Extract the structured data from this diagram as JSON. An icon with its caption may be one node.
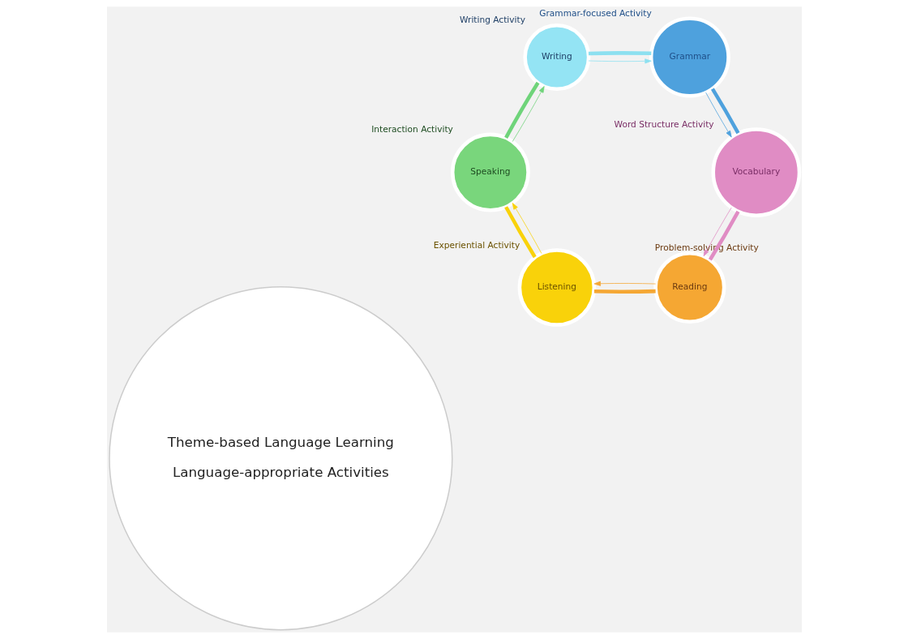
{
  "diagram": {
    "nodes": [
      {
        "text": [
          "Theme-based Language Learning",
          "Language-appropriate Activities"
        ]
      },
      {
        "text": [
          "Reading"
        ],
        "beside": [
          "Problem-solving Activity"
        ]
      },
      {
        "text": [
          "Listening"
        ],
        "beside": [
          "Experiential Activity"
        ]
      },
      {
        "text": [
          "Speaking"
        ],
        "beside": [
          "Interaction Activity"
        ]
      },
      {
        "text": [
          "Writing"
        ],
        "beside": [
          "Writing Activity"
        ]
      },
      {
        "text": [
          "Grammar"
        ],
        "beside": [
          "Grammar-focused Activity"
        ]
      },
      {
        "text": [
          "Vocabulary"
        ],
        "beside": [
          "Word Structure Activity"
        ]
      }
    ],
    "edges": [
      {
        "from": 1,
        "to": 2,
        "arrow": "none",
        "style": "thick",
        "color": "#f5a733"
      },
      {
        "from": 2,
        "to": 3,
        "arrow": "none",
        "style": "thick",
        "color": "#f9d20a"
      },
      {
        "from": 3,
        "to": 4,
        "arrow": "none",
        "style": "thick",
        "color": "#6fd47a"
      },
      {
        "from": 4,
        "to": 5,
        "arrow": "none",
        "style": "thick",
        "color": "#8de0f0"
      },
      {
        "from": 5,
        "to": 6,
        "arrow": "none",
        "style": "thick",
        "color": "#4ea1dd"
      },
      {
        "from": 6,
        "to": 1,
        "arrow": "none",
        "style": "thick",
        "color": "#e08cc4"
      },
      {
        "from": 6,
        "to": 1,
        "arrow": "to",
        "color": "#e08cc4"
      },
      {
        "from": 1,
        "to": 2,
        "arrow": "to",
        "color": "#f5a733"
      },
      {
        "from": 2,
        "to": 3,
        "arrow": "to",
        "color": "#f9d20a"
      },
      {
        "from": 3,
        "to": 4,
        "arrow": "to",
        "color": "#6fd47a"
      },
      {
        "from": 4,
        "to": 5,
        "arrow": "to",
        "color": "#8de0f0"
      },
      {
        "from": 5,
        "to": 6,
        "arrow": "to",
        "color": "#4ea1dd"
      }
    ]
  }
}
